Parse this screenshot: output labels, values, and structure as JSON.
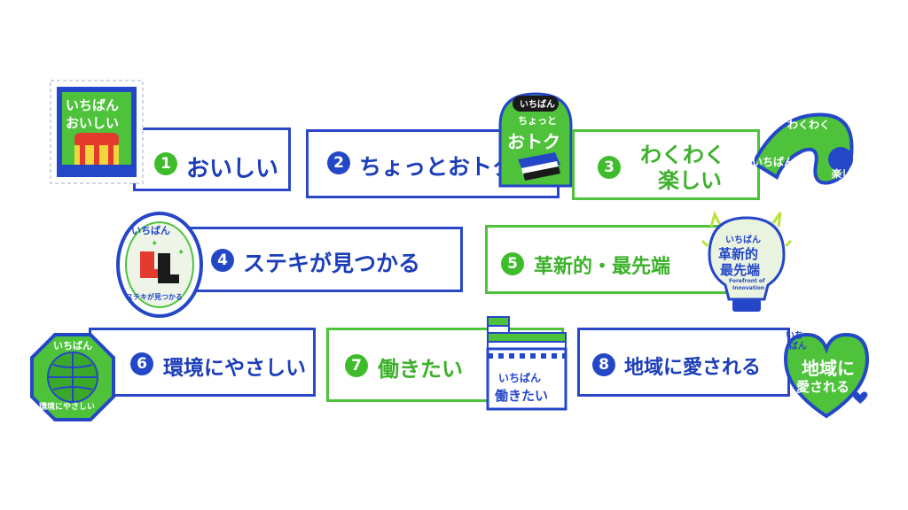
{
  "items": [
    {
      "number": "1",
      "label": "おいしい",
      "sticker_lines": [
        "いちばん",
        "おいしい"
      ]
    },
    {
      "number": "2",
      "label": "ちょっとおトク",
      "sticker_lines": [
        "いちばん",
        "ちょっと",
        "おトク"
      ]
    },
    {
      "number": "3",
      "label_line1": "わくわく",
      "label_line2": "楽しい",
      "sticker_lines": [
        "いちばん",
        "わくわく",
        "楽しい"
      ]
    },
    {
      "number": "4",
      "label": "ステキが見つかる",
      "sticker_lines": [
        "いちばん",
        "ステキが見つかる"
      ]
    },
    {
      "number": "5",
      "label": "革新的・最先端",
      "sticker_lines": [
        "いちばん",
        "革新的",
        "最先端",
        "Forefront of",
        "Innovation"
      ]
    },
    {
      "number": "6",
      "label": "環境にやさしい",
      "sticker_lines": [
        "いちばん",
        "環境にやさしい"
      ]
    },
    {
      "number": "7",
      "label": "働きたい",
      "sticker_lines": [
        "いちばん",
        "働きたい"
      ]
    },
    {
      "number": "8",
      "label": "地域に愛される",
      "sticker_lines": [
        "いち",
        "ばん",
        "地域に",
        "愛される"
      ]
    }
  ],
  "colors": {
    "blue": "#2447c8",
    "green": "#3fbc2b",
    "lime": "#b8e43a",
    "red": "#e23b2e",
    "yellow": "#f3d43a"
  }
}
